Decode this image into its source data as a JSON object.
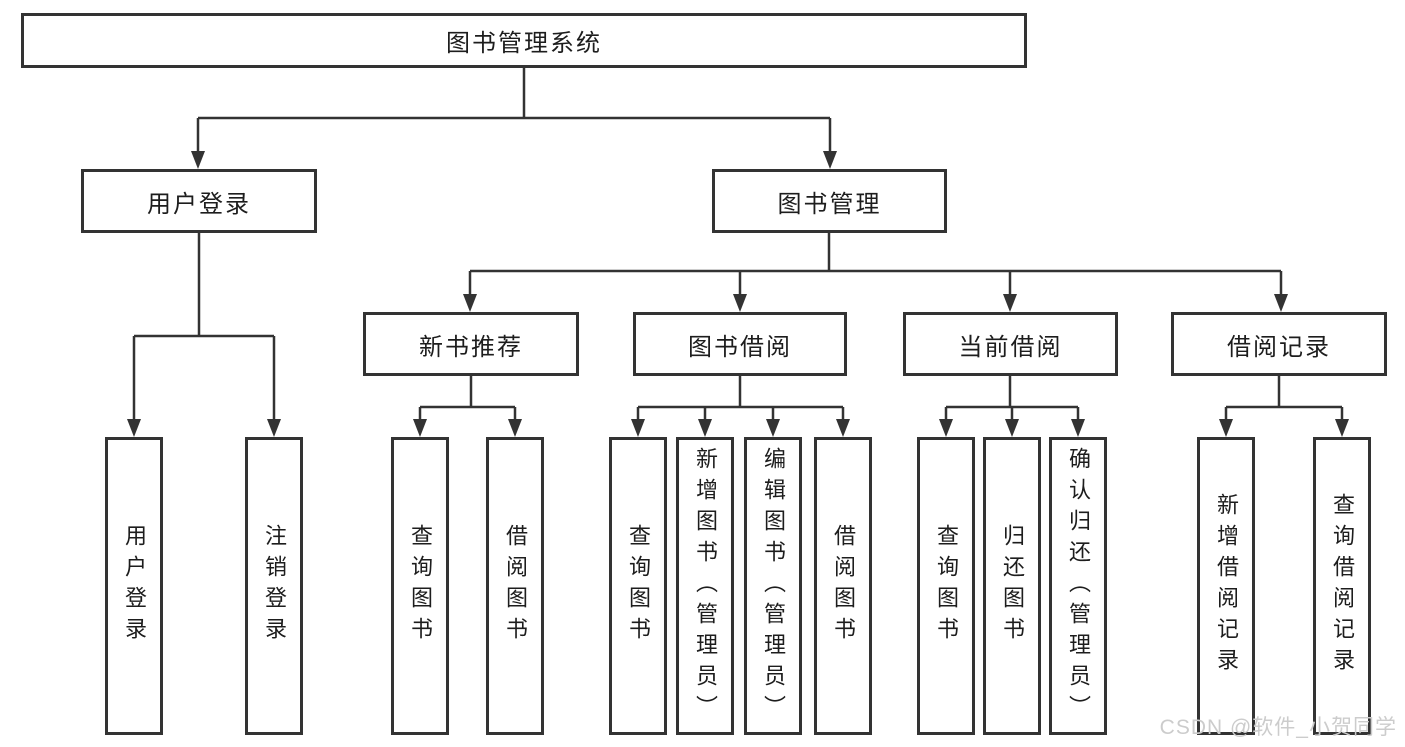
{
  "tree": {
    "root": {
      "label": "图书管理系统"
    },
    "children": [
      {
        "label": "用户登录",
        "children": [
          {
            "label": "用户登录"
          },
          {
            "label": "注销登录"
          }
        ]
      },
      {
        "label": "图书管理",
        "children": [
          {
            "label": "新书推荐",
            "children": [
              {
                "label": "查询图书"
              },
              {
                "label": "借阅图书"
              }
            ]
          },
          {
            "label": "图书借阅",
            "children": [
              {
                "label": "查询图书"
              },
              {
                "label": "新增图书（管理员）"
              },
              {
                "label": "编辑图书（管理员）"
              },
              {
                "label": "借阅图书"
              }
            ]
          },
          {
            "label": "当前借阅",
            "children": [
              {
                "label": "查询图书"
              },
              {
                "label": "归还图书"
              },
              {
                "label": "确认归还（管理员）"
              }
            ]
          },
          {
            "label": "借阅记录",
            "children": [
              {
                "label": "新增借阅记录"
              },
              {
                "label": "查询借阅记录"
              }
            ]
          }
        ]
      }
    ]
  },
  "watermark": "CSDN @软件_小贺同学",
  "colors": {
    "line": "#333333",
    "text": "#1d1d1d",
    "background": "#ffffff",
    "watermark": "#cccccc"
  }
}
